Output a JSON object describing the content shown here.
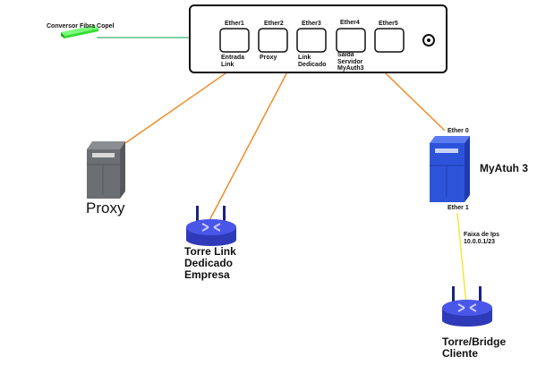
{
  "diagram": {
    "converter": {
      "label": "Conversor Fibra Copel",
      "color": "#33dd33"
    },
    "router": {
      "ports": [
        {
          "name": "Ether1",
          "caption": "Entrada\nLink"
        },
        {
          "name": "Ether2",
          "caption": "Proxy"
        },
        {
          "name": "Ether3",
          "caption": "Link\nDedicado"
        },
        {
          "name": "Ether4",
          "caption": "Saida\nServidor\nMyAuth3"
        },
        {
          "name": "Ether5",
          "caption": ""
        }
      ]
    },
    "proxy": {
      "label": "Proxy",
      "color": "#6b6e72"
    },
    "tower_link": {
      "label": "Torre Link\nDedicado\nEmpresa",
      "color": "#4a56e8"
    },
    "myauth": {
      "label": "MyAtuh 3",
      "port_top": "Ether 0",
      "port_bottom": "Ether 1",
      "color": "#2d54d8"
    },
    "ip_range": {
      "label": "Faixa de Ips\n10.0.0.1/23"
    },
    "tower_client": {
      "label": "Torre/Bridge\nCliente",
      "color": "#4a56e8"
    },
    "link_colors": {
      "fiber": "#3cb371",
      "ethernet": "#f08c28",
      "client": "#f0e83c"
    }
  }
}
